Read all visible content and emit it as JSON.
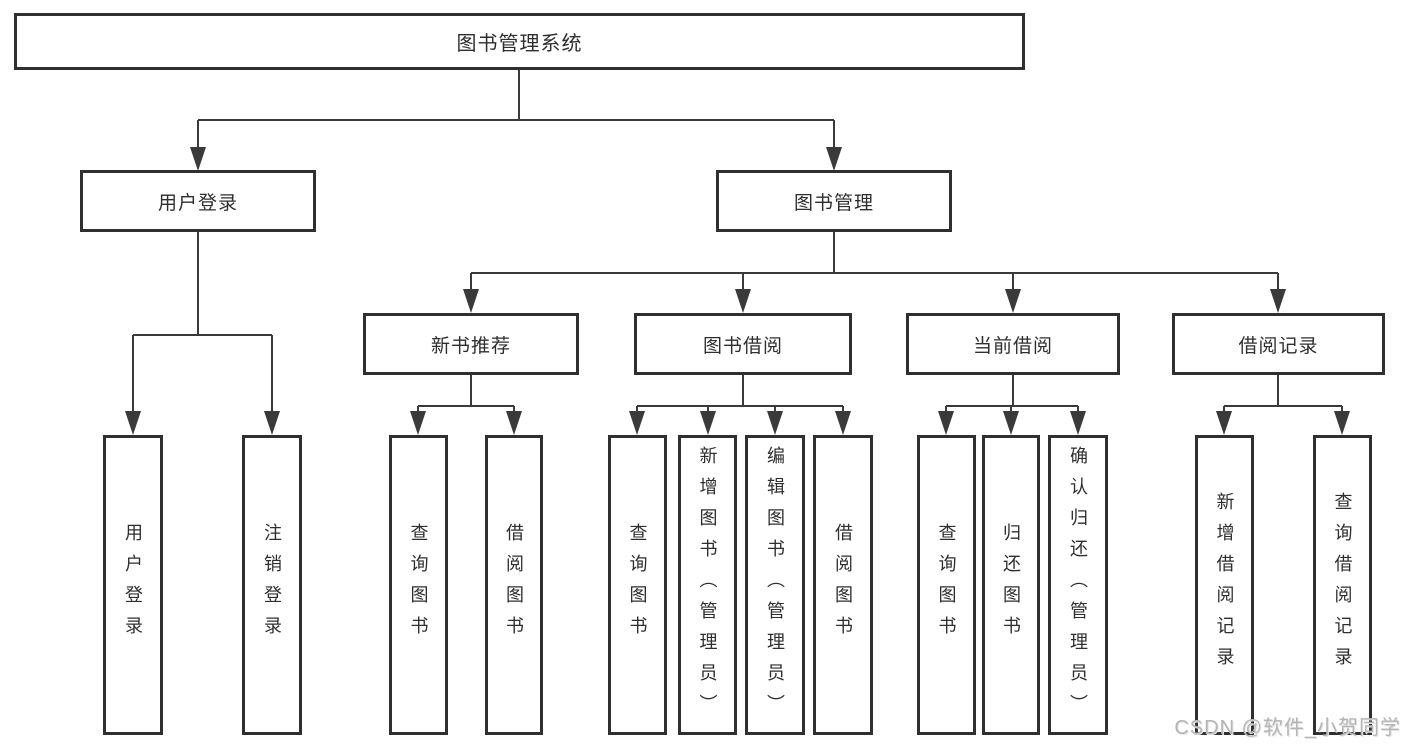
{
  "diagram": {
    "nodes": {
      "root": "图书管理系统",
      "l2": [
        "用户登录",
        "图书管理"
      ],
      "l3": [
        "新书推荐",
        "图书借阅",
        "当前借阅",
        "借阅记录"
      ],
      "leaves": [
        "用户登录",
        "注销登录",
        "查询图书",
        "借阅图书",
        "查询图书",
        "新增图书（管理员）",
        "编辑图书（管理员）",
        "借阅图书",
        "查询图书",
        "归还图书",
        "确认归还（管理员）",
        "新增借阅记录",
        "查询借阅记录"
      ]
    },
    "structure": {
      "图书管理系统": {
        "用户登录": [
          "用户登录",
          "注销登录"
        ],
        "图书管理": {
          "新书推荐": [
            "查询图书",
            "借阅图书"
          ],
          "图书借阅": [
            "查询图书",
            "新增图书（管理员）",
            "编辑图书（管理员）",
            "借阅图书"
          ],
          "当前借阅": [
            "查询图书",
            "归还图书",
            "确认归还（管理员）"
          ],
          "借阅记录": [
            "新增借阅记录",
            "查询借阅记录"
          ]
        }
      }
    },
    "watermark": "CSDN @软件_小贺同学",
    "colors": {
      "line": "#3a3a3a",
      "box_border": "#2f2f2f",
      "box_fill": "#ffffff",
      "text": "#2e2e2e",
      "watermark": "#b5b5b5",
      "background": "#ffffff"
    }
  }
}
